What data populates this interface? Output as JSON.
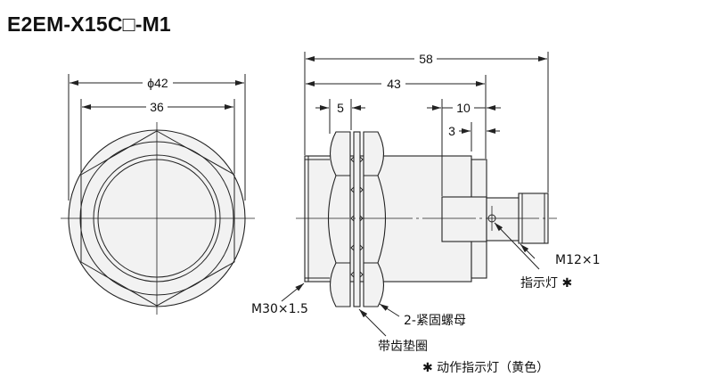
{
  "title": "E2EM-X15C□-M1",
  "front_view": {
    "dim_outer": "ϕ42",
    "dim_flats": "36"
  },
  "side_view": {
    "dim_total": "58",
    "dim_body": "43",
    "dim_nut": "5",
    "dim_head": "10",
    "dim_step": "3"
  },
  "labels": {
    "thread_body": "M30×1.5",
    "thread_connector": "M12×1",
    "indicator": "指示灯 ✱",
    "nuts": "2-紧固螺母",
    "washer": "带齿垫圈",
    "note": "✱ 动作指示灯（黄色）"
  }
}
